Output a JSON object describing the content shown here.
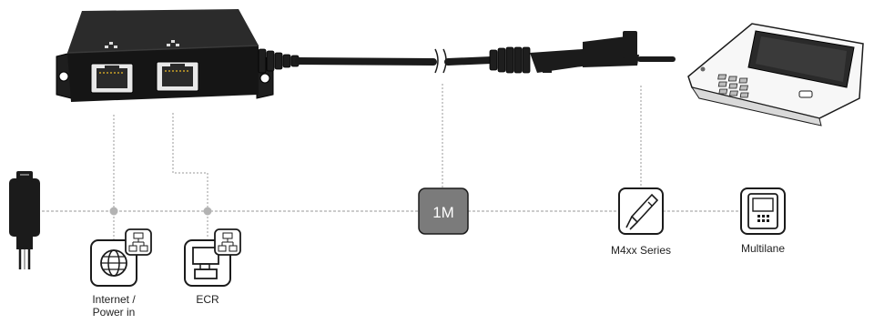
{
  "nodes": {
    "cable_length": "1M",
    "internet": "Internet / Power in",
    "ecr": "ECR",
    "m4xx": "M4xx Series",
    "multilane": "Multilane"
  },
  "icons": {
    "power_adapter": "power-adapter-icon",
    "internet": "globe-icon",
    "network_port": "ethernet-port-icon",
    "ecr": "cash-register-icon",
    "m4xx": "payment-terminal-icon",
    "multilane": "multilane-terminal-icon"
  },
  "colors": {
    "line": "#9a9a9a",
    "junction": "#b3b3b3",
    "length_badge": "#7b7b7b",
    "device": "#1b1b1b"
  }
}
